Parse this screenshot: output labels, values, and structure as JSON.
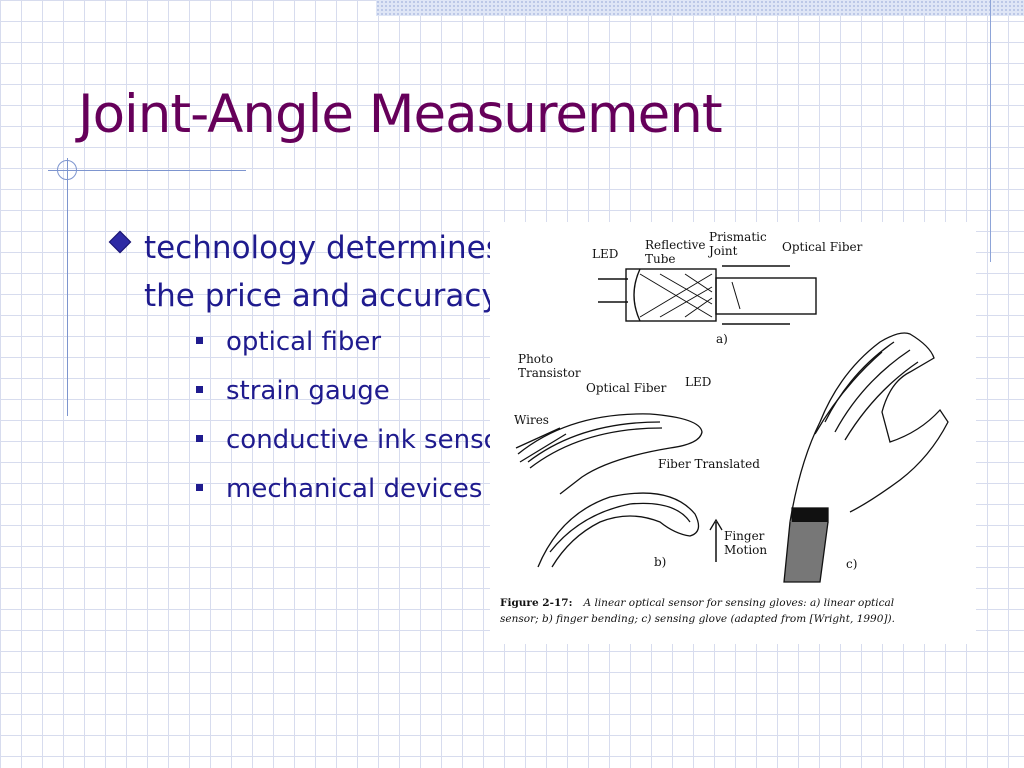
{
  "slide": {
    "title": "Joint-Angle Measurement",
    "bullets": [
      {
        "text": "technology determines the price and accuracy",
        "sub_bullets": [
          "optical fiber",
          "strain gauge",
          "conductive ink sensor",
          "mechanical devices"
        ]
      }
    ]
  },
  "figure": {
    "labels": {
      "led_a": "LED",
      "reflective": "Reflective",
      "tube": "Tube",
      "prismatic": "Prismatic",
      "joint": "Joint",
      "optical_fiber_a": "Optical Fiber",
      "part_a": "a)",
      "photo": "Photo",
      "transistor": "Transistor",
      "optical_fiber_b": "Optical Fiber",
      "led_b": "LED",
      "wires": "Wires",
      "fiber_translated": "Fiber Translated",
      "finger": "Finger",
      "motion": "Motion",
      "part_b": "b)",
      "part_c": "c)"
    },
    "caption_label": "Figure 2-17:",
    "caption_line1": "A linear optical sensor for sensing gloves: a) linear optical",
    "caption_line2": "sensor; b) finger bending; c) sensing glove (adapted from [Wright, 1990])."
  },
  "colors": {
    "title": "#66005a",
    "body_text": "#1f1b8e",
    "grid": "#d7dcee",
    "accent_line": "#7d95cf"
  }
}
